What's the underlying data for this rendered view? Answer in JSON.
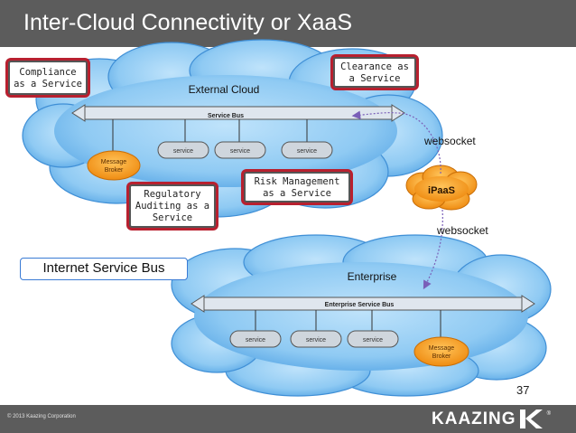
{
  "slide": {
    "title": "Inter-Cloud Connectivity or XaaS",
    "page_number": "37",
    "copyright": "© 2013 Kaazing Corporation",
    "logo_text": "KAAZING",
    "logo_mark": "K",
    "logo_reg": "®"
  },
  "external_cloud": {
    "label": "External Cloud",
    "bus_label": "Service Bus",
    "services": [
      "service",
      "service",
      "service"
    ],
    "broker": "Message Broker"
  },
  "enterprise": {
    "label": "Enterprise",
    "bus_label": "Enterprise Service Bus",
    "services": [
      "service",
      "service",
      "service"
    ],
    "broker": "Message Broker"
  },
  "ipaas": {
    "label": "iPaaS",
    "websocket_top": "websocket",
    "websocket_bottom": "websocket"
  },
  "notes": {
    "compliance": [
      "Compliance",
      "as a Service"
    ],
    "clearance": [
      "Clearance as",
      "a Service"
    ],
    "risk": [
      "Risk Management",
      "as a Service"
    ],
    "regulatory": [
      "Regulatory",
      "Auditing as a",
      "Service"
    ]
  },
  "internet_bus_label": "Internet Service Bus",
  "colors": {
    "header": "#5c5c5c",
    "cloud": "#7cc0ef",
    "accent_red": "#b8202f",
    "broker_orange": "#f39a1e"
  }
}
